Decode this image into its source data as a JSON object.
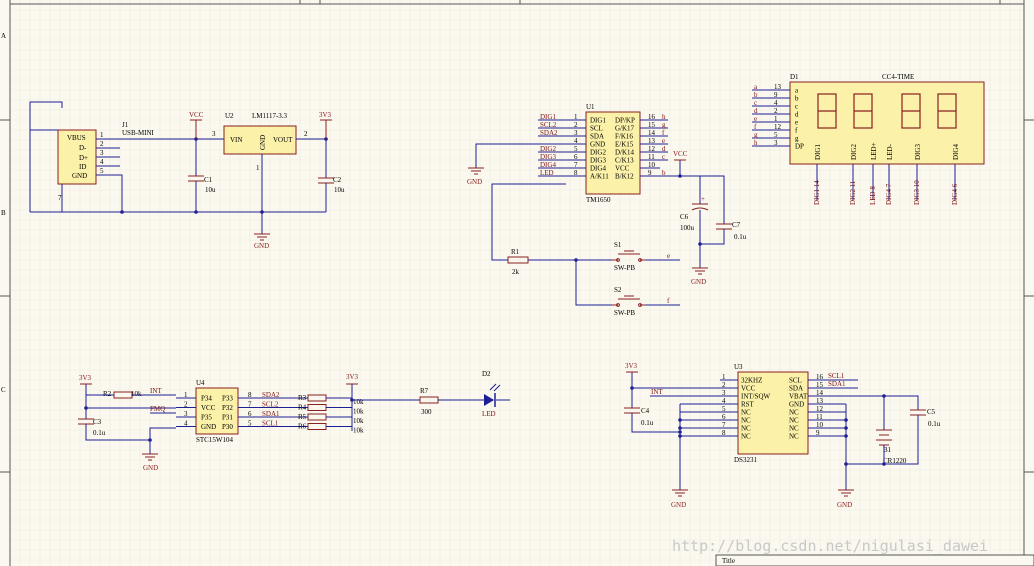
{
  "border": {
    "zones_left": [
      "A",
      "B",
      "C"
    ]
  },
  "usb": {
    "ref": "J1",
    "value": "USB-MINI",
    "pins": [
      "VBUS",
      "D-",
      "D+",
      "ID",
      "GND"
    ],
    "pin_numbers": [
      "1",
      "2",
      "3",
      "4",
      "5"
    ],
    "shield_pin": "7"
  },
  "ldo": {
    "ref": "U2",
    "value": "LM1117-3.3",
    "vin": "VIN",
    "gnd": "GND",
    "vout": "VOUT",
    "pin_in": "3",
    "pin_out": "2",
    "pin_gnd": "1"
  },
  "nets": {
    "vcc": "VCC",
    "v33": "3V3",
    "gnd": "GND"
  },
  "caps": {
    "c1": {
      "ref": "C1",
      "value": "10u"
    },
    "c2": {
      "ref": "C2",
      "value": "10u"
    },
    "c3": {
      "ref": "C3",
      "value": "0.1u"
    },
    "c4": {
      "ref": "C4",
      "value": "0.1u"
    },
    "c5": {
      "ref": "C5",
      "value": "0.1u"
    },
    "c6": {
      "ref": "C6",
      "value": "100u"
    },
    "c7": {
      "ref": "C7",
      "value": "0.1u"
    }
  },
  "tm1650": {
    "ref": "U1",
    "value": "TM1650",
    "left_pins": [
      "DIG1",
      "SCL",
      "SDA",
      "GND",
      "DIG2",
      "DIG3",
      "DIG4",
      "A/K11"
    ],
    "left_nums": [
      "1",
      "2",
      "3",
      "4",
      "5",
      "6",
      "7",
      "8"
    ],
    "right_pins": [
      "DP/KP",
      "G/K17",
      "F/K16",
      "E/K15",
      "D/K14",
      "C/K13",
      "VCC",
      "B/K12"
    ],
    "right_nums": [
      "16",
      "15",
      "14",
      "13",
      "12",
      "11",
      "10",
      "9"
    ],
    "left_nets": [
      "DIG1",
      "SCL2",
      "SDA2",
      "",
      "DIG2",
      "DIG3",
      "DIG4",
      "LED"
    ],
    "right_nets": [
      "h",
      "g",
      "f",
      "e",
      "d",
      "c",
      "",
      "b"
    ]
  },
  "r1": {
    "ref": "R1",
    "value": "2k"
  },
  "s1": {
    "ref": "S1",
    "value": "SW-PB",
    "net": "e"
  },
  "s2": {
    "ref": "S2",
    "value": "SW-PB",
    "net": "f"
  },
  "display": {
    "ref": "D1",
    "value": "CC4-TIME",
    "pin_names": [
      "a",
      "b",
      "c",
      "d",
      "e",
      "f",
      "g",
      "DP"
    ],
    "pin_nums": [
      "13",
      "9",
      "4",
      "2",
      "1",
      "12",
      "5",
      "3"
    ],
    "nets": [
      "a",
      "b",
      "c",
      "d",
      "e",
      "f",
      "g",
      "h"
    ],
    "digits": [
      "DIG1",
      "DIG2",
      "LED+",
      "LED-",
      "DIG3",
      "DIG4"
    ],
    "bottom_labels": [
      "DIG1 14",
      "DIG2 11",
      "LED 8",
      "DIG4 7",
      "DIG3 10",
      "DIG4 6"
    ]
  },
  "mcu": {
    "ref": "U4",
    "value": "STC15W104",
    "left_pins": [
      "P34",
      "VCC",
      "P35",
      "GND"
    ],
    "left_nums": [
      "1",
      "2",
      "3",
      "4"
    ],
    "right_pins": [
      "P33",
      "P32",
      "P31",
      "P30"
    ],
    "right_nums": [
      "8",
      "7",
      "6",
      "5"
    ],
    "left_nets": [
      "INT",
      "",
      "FMQ",
      ""
    ],
    "right_nets": [
      "SDA2",
      "SCL2",
      "SDA1",
      "SCL1"
    ]
  },
  "r2": {
    "ref": "R2",
    "value": "10k"
  },
  "pullups": {
    "refs": [
      "R3",
      "R4",
      "R5",
      "R6"
    ],
    "values": [
      "10k",
      "10k",
      "10k",
      "10k"
    ]
  },
  "r7": {
    "ref": "R7",
    "value": "300"
  },
  "led": {
    "ref": "D2",
    "value": "LED"
  },
  "rtc": {
    "ref": "U3",
    "value": "DS3231",
    "left_pins": [
      "32KHZ",
      "VCC",
      "INT/SQW",
      "RST",
      "NC",
      "NC",
      "NC",
      "NC"
    ],
    "left_nums": [
      "1",
      "2",
      "3",
      "4",
      "5",
      "6",
      "7",
      "8"
    ],
    "right_pins": [
      "SCL",
      "SDA",
      "VBAT",
      "GND",
      "NC",
      "NC",
      "NC",
      "NC"
    ],
    "right_nums": [
      "16",
      "15",
      "14",
      "13",
      "12",
      "11",
      "10",
      "9"
    ],
    "int_net": "INT",
    "scl_net": "SCL1",
    "sda_net": "SDA1"
  },
  "battery": {
    "ref": "B1",
    "value": "CR1220"
  },
  "watermark": "http://blog.csdn.net/nigulasi_dawei",
  "title_block": {
    "label": "Title"
  }
}
